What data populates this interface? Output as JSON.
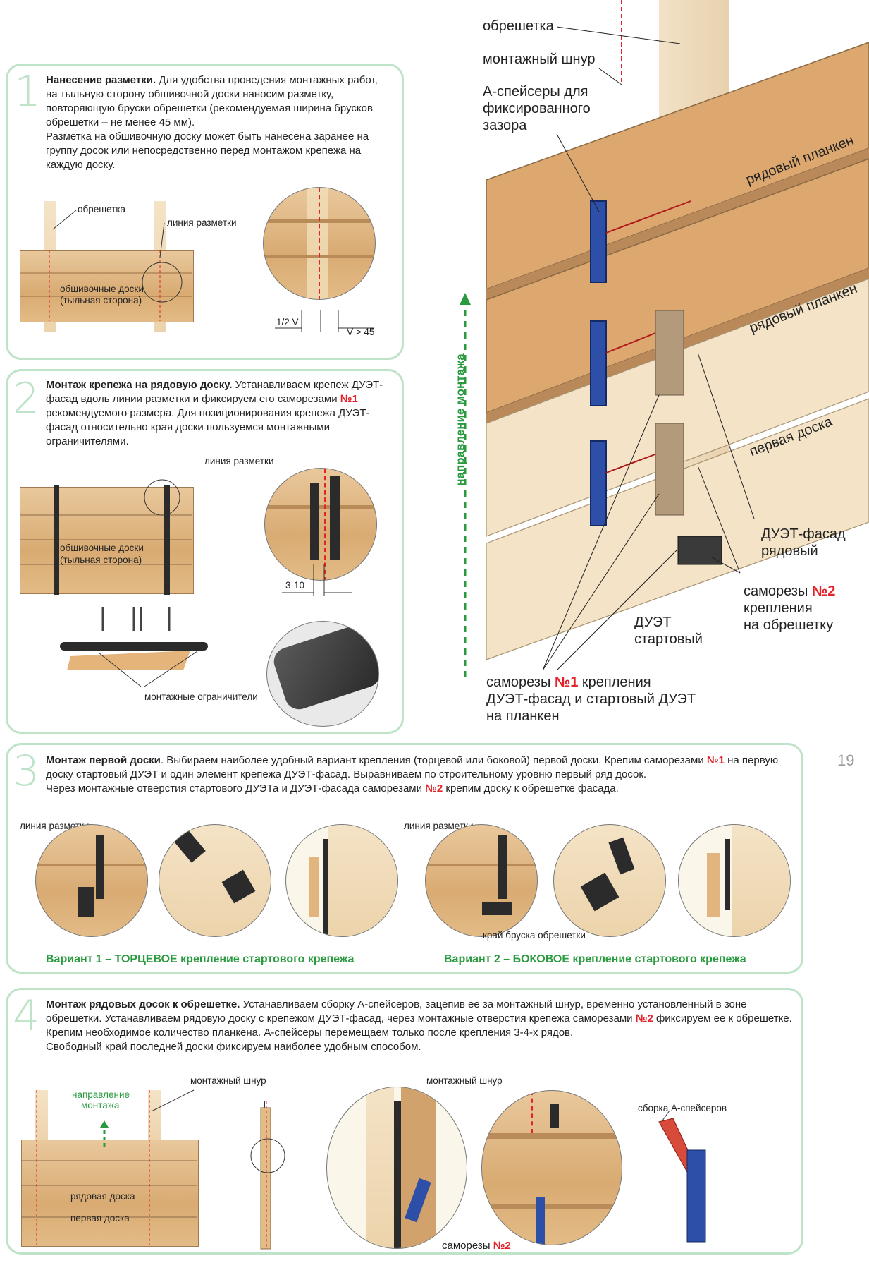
{
  "page_number": "19",
  "main_figure": {
    "obreshetka": "обрешетка",
    "cord": "монтажный шнур",
    "spacers": [
      "А-спейсеры для",
      "фиксированного",
      "зазора"
    ],
    "board_label_1": "рядовый планкен",
    "board_label_2": "рядовый планкен",
    "board_label_3": "первая доска",
    "direction": "направление монтажа",
    "duet_facade": [
      "ДУЭТ-фасад",
      "рядовый"
    ],
    "screws2": [
      "саморезы",
      "№2",
      "крепления",
      "на обрешетку"
    ],
    "duet_start": [
      "ДУЭТ",
      "стартовый"
    ],
    "screws1": [
      "саморезы",
      "№1",
      "крепления",
      "ДУЭТ-фасад и стартовый ДУЭТ",
      "на планкен"
    ]
  },
  "step1": {
    "number": "1",
    "title": "Нанесение разметки.",
    "text_1": " Для удобства проведения монтажных работ, на тыльную сторону обшивочной доски наносим разметку, повторяющую бруски обрешетки (рекомендуемая ширина брусков обрешетки – не менее 45 мм).",
    "text_2": "Разметка на обшивочную доску может быть нанесена заранее на группу досок или непосредственно перед монтажом крепежа на каждую доску.",
    "label_batten": "обрешетка",
    "label_line": "линия разметки",
    "label_boards_1": "обшивочные доски",
    "label_boards_2": "(тыльная сторона)",
    "dim_1": "1/2 V",
    "dim_2": "V > 45"
  },
  "step2": {
    "number": "2",
    "title": "Монтаж крепежа на рядовую доску.",
    "text_1": " Устанавливаем крепеж ДУЭТ-фасад вдоль линии разметки и фиксируем его саморезами ",
    "num": "№1",
    "text_2": " рекомендуемого размера. Для позиционирования крепежа ДУЭТ-фасад относительно края доски пользуемся монтажными ограничителями.",
    "label_line": "линия разметки",
    "label_boards_1": "обшивочные доски",
    "label_boards_2": "(тыльная сторона)",
    "dim": "3-10",
    "label_limiters": "монтажные ограничители"
  },
  "step3": {
    "number": "3",
    "title": "Монтаж первой доски",
    "text_1": ". Выбираем наиболее удобный вариант крепления (торцевой или боковой) первой доски. Крепим саморезами ",
    "num1": "№1",
    "text_2": " на первую доску стартовый ДУЭТ и один элемент крепежа ДУЭТ-фасад.  Выравниваем по строительному уровню первый ряд досок.",
    "text_3": "Через монтажные отверстия стартового ДУЭТа и ДУЭТ-фасада саморезами ",
    "num2": "№2",
    "text_4": " крепим доску к обрешетке фасада.",
    "label_line_1": "линия разметки",
    "label_line_2": "линия разметки",
    "label_edge": "край бруска обрешетки",
    "variant1": "Вариант 1 – ТОРЦЕВОЕ крепление стартового крепежа",
    "variant2": "Вариант 2 – БОКОВОЕ крепление стартового крепежа"
  },
  "step4": {
    "number": "4",
    "title": "Монтаж рядовых досок к обрешетке.",
    "text_1": " Устанавливаем сборку А-спейсеров, зацепив ее за монтажный шнур, временно установленный в зоне обрешетки. Устанавливаем рядовую доску с крепежом ДУЭТ-фасад, через монтажные отверстия крепежа саморезами ",
    "num": "№2",
    "text_2": " фиксируем ее к обрешетке. Крепим необходимое количество планкена. А-спейсеры перемещаем только после крепления 3-4-х рядов.",
    "text_3": "Свободный край последней доски фиксируем наиболее удобным способом.",
    "label_dir_1": "направление",
    "label_dir_2": "монтажа",
    "label_cord_1": "монтажный шнур",
    "label_cord_2": "монтажный шнур",
    "label_row": "рядовая доска",
    "label_first": "первая доска",
    "label_assembly": "сборка А-спейсеров",
    "label_screws": "саморезы",
    "label_screws_num": "№2"
  }
}
